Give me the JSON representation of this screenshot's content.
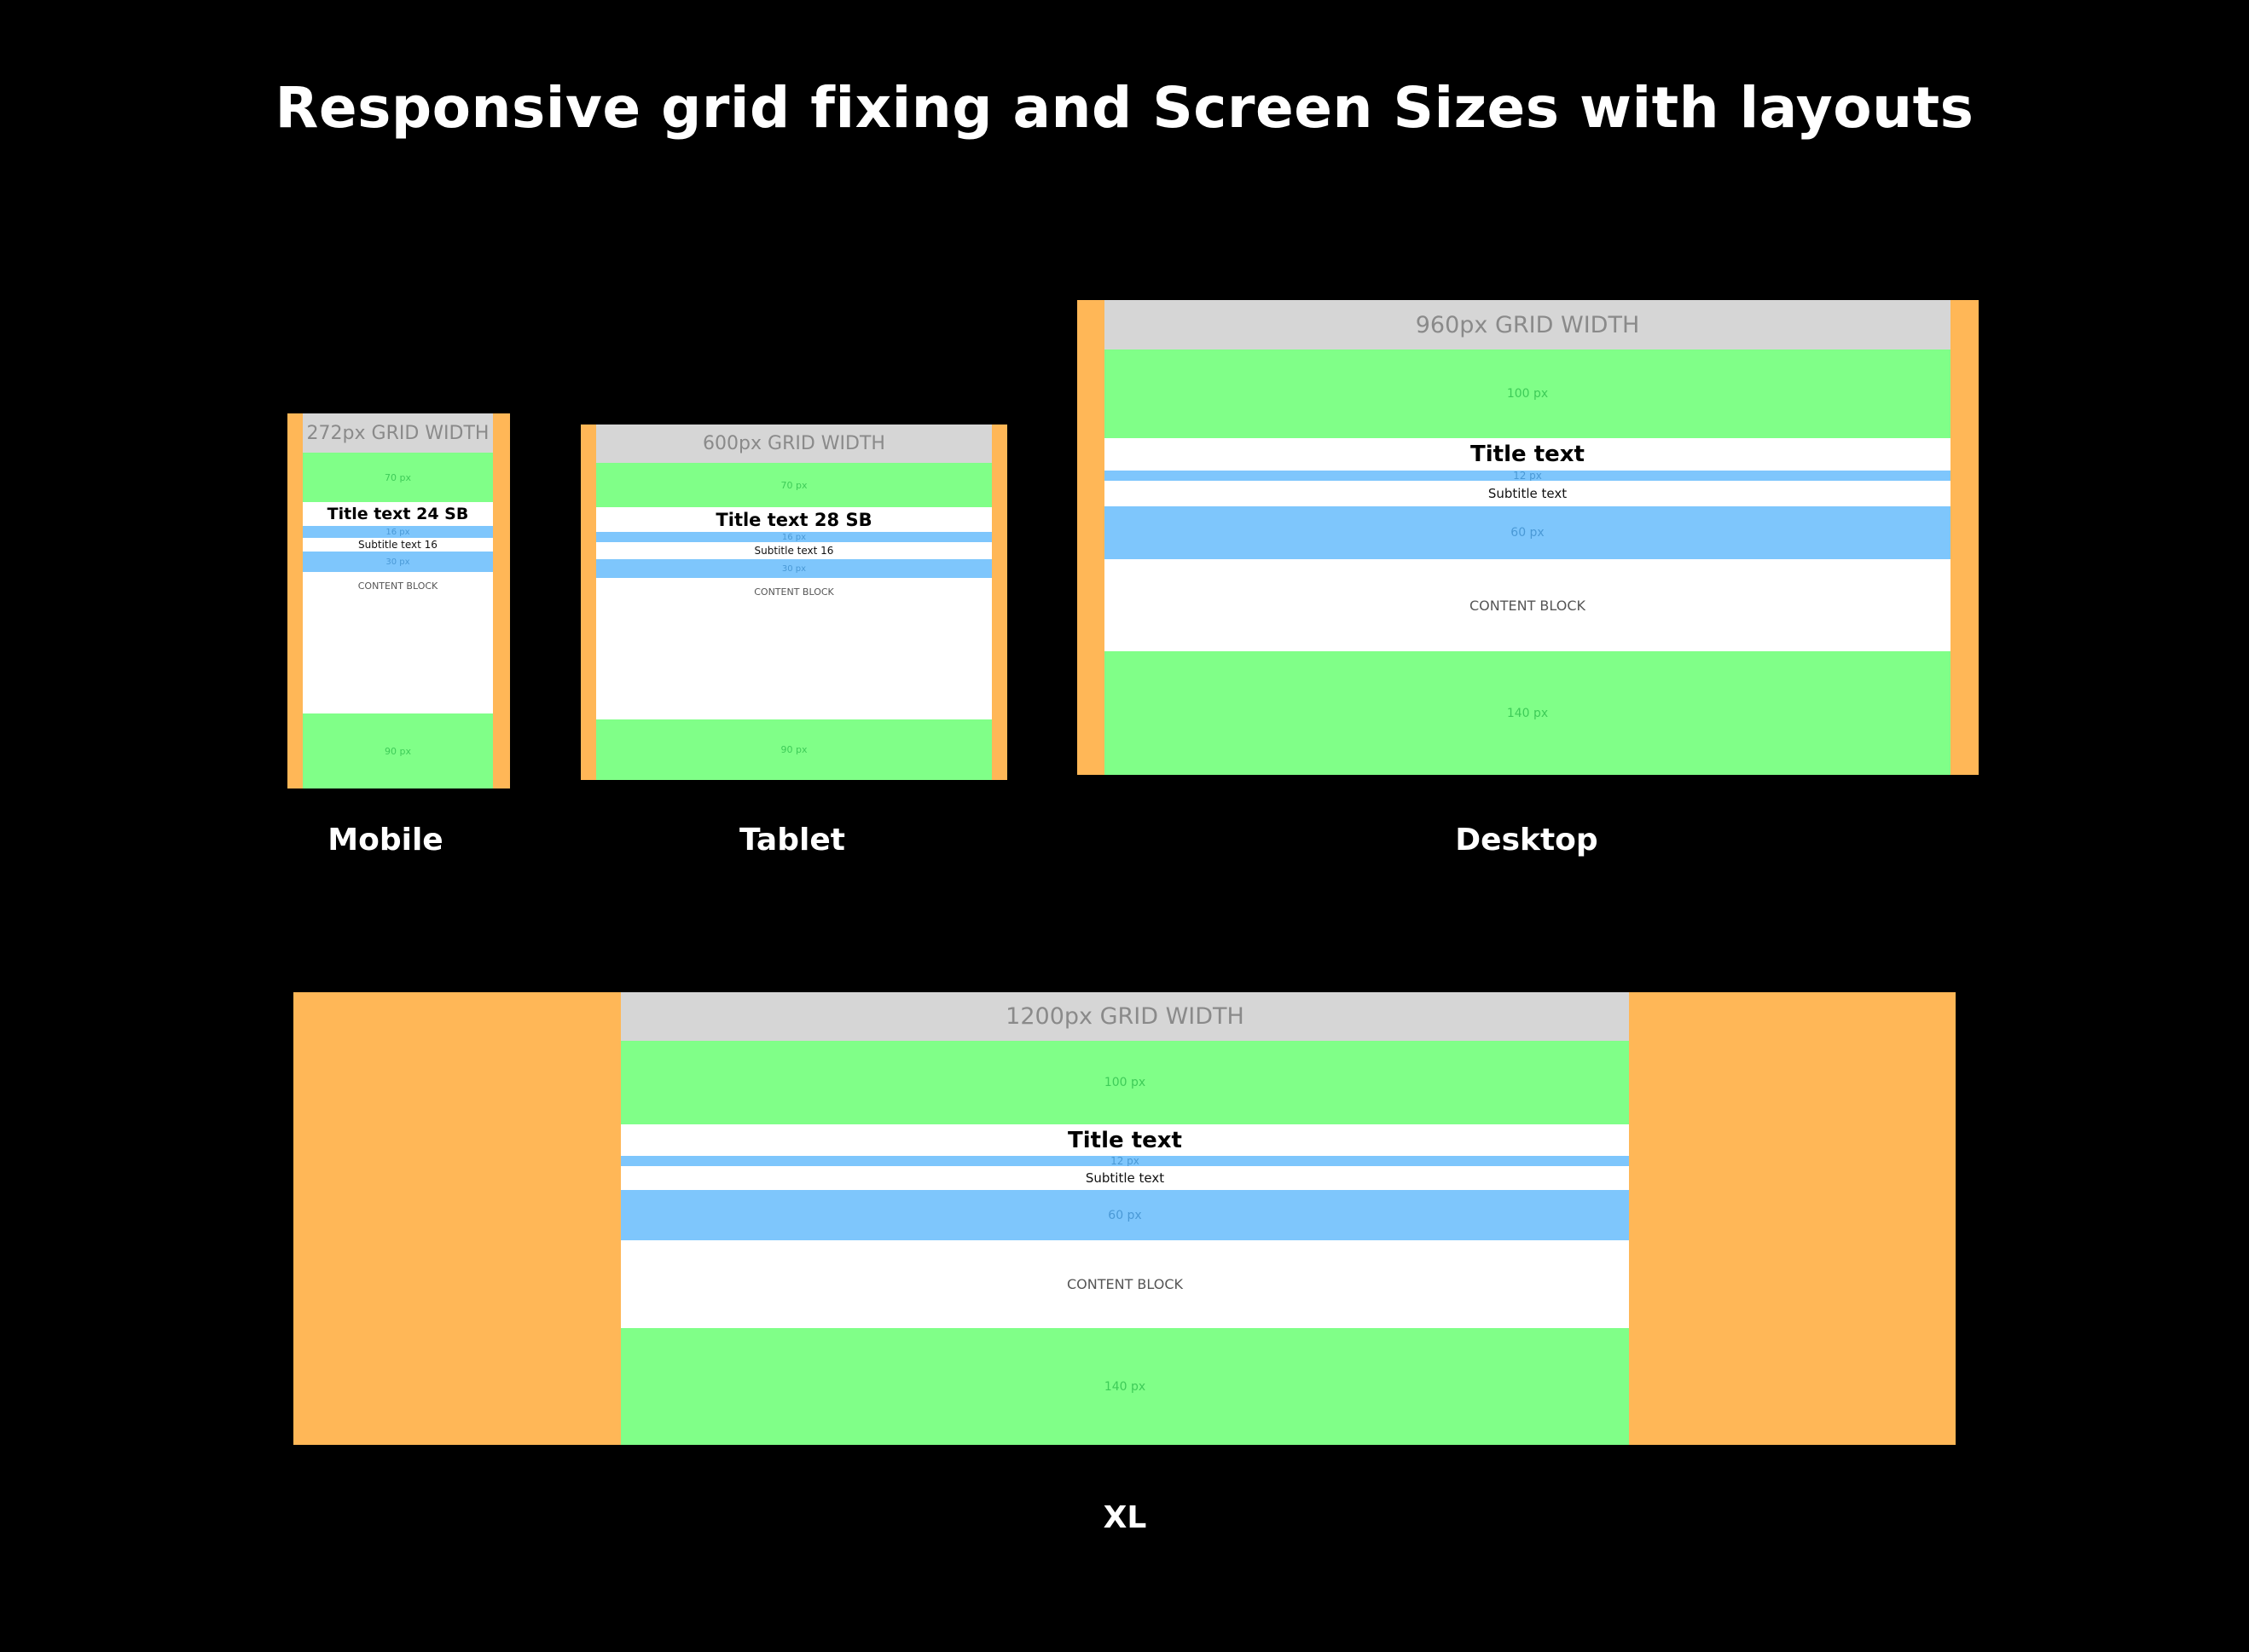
{
  "page": {
    "title": "Responsive grid fixing and Screen Sizes with layouts"
  },
  "colors": {
    "background": "#000000",
    "gutter": "#ffb757",
    "grid_header": "#d6d6d6",
    "spacing_green": "#80ff88",
    "spacing_blue": "#7ec6fc",
    "content_white": "#ffffff"
  },
  "mobile": {
    "label": "Mobile",
    "grid_label": "272px GRID WIDTH",
    "top_space": "70 px",
    "title": "Title text 24 SB",
    "gap_small": "16 px",
    "subtitle": "Subtitle text 16",
    "gap_large": "30 px",
    "content": "CONTENT BLOCK",
    "bottom_space": "90 px"
  },
  "tablet": {
    "label": "Tablet",
    "grid_label": "600px GRID WIDTH",
    "top_space": "70 px",
    "title": "Title text 28 SB",
    "gap_small": "16 px",
    "subtitle": "Subtitle text 16",
    "gap_large": "30 px",
    "content": "CONTENT BLOCK",
    "bottom_space": "90 px"
  },
  "desktop": {
    "label": "Desktop",
    "grid_label": "960px GRID WIDTH",
    "top_space": "100 px",
    "title": "Title text",
    "gap_small": "12 px",
    "subtitle": "Subtitle text",
    "gap_large": "60 px",
    "content": "CONTENT BLOCK",
    "bottom_space": "140 px"
  },
  "xl": {
    "label": "XL",
    "grid_label": "1200px GRID WIDTH",
    "top_space": "100 px",
    "title": "Title text",
    "gap_small": "12 px",
    "subtitle": "Subtitle text",
    "gap_large": "60 px",
    "content": "CONTENT BLOCK",
    "bottom_space": "140 px"
  }
}
